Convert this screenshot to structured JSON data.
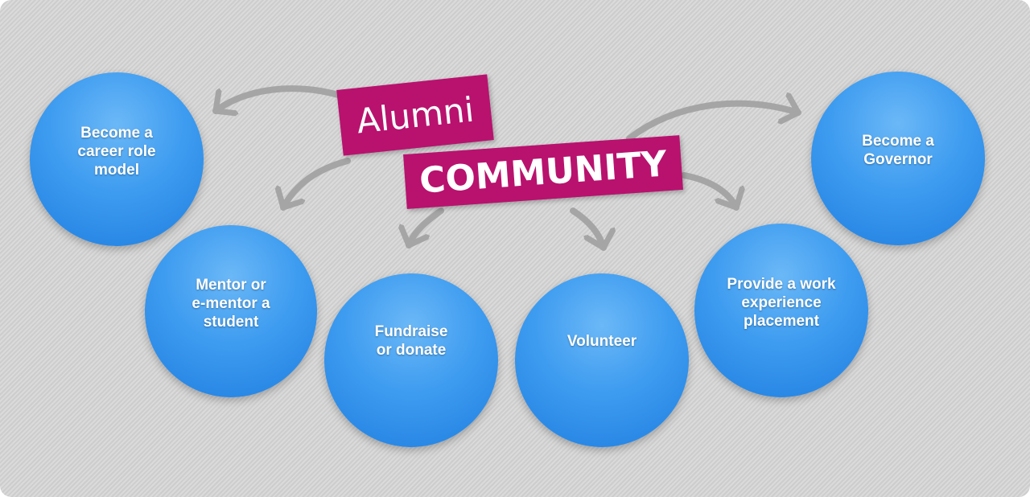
{
  "title": {
    "line1": "Alumni",
    "line2": "COMMUNITY"
  },
  "options": [
    {
      "id": "role-model",
      "label": "Become a\ncareer role\nmodel"
    },
    {
      "id": "mentor",
      "label": "Mentor or\ne-mentor a\nstudent"
    },
    {
      "id": "fundraise",
      "label": "Fundraise\nor donate"
    },
    {
      "id": "volunteer",
      "label": "Volunteer"
    },
    {
      "id": "work-experience",
      "label": "Provide a work\nexperience\nplacement"
    },
    {
      "id": "governor",
      "label": "Become a\nGovernor"
    }
  ],
  "colors": {
    "label_background": "#b8126e",
    "circle_blue": "#3e9cf0",
    "arrow_gray": "#a5a5a5",
    "background": "#d4d4d4"
  }
}
